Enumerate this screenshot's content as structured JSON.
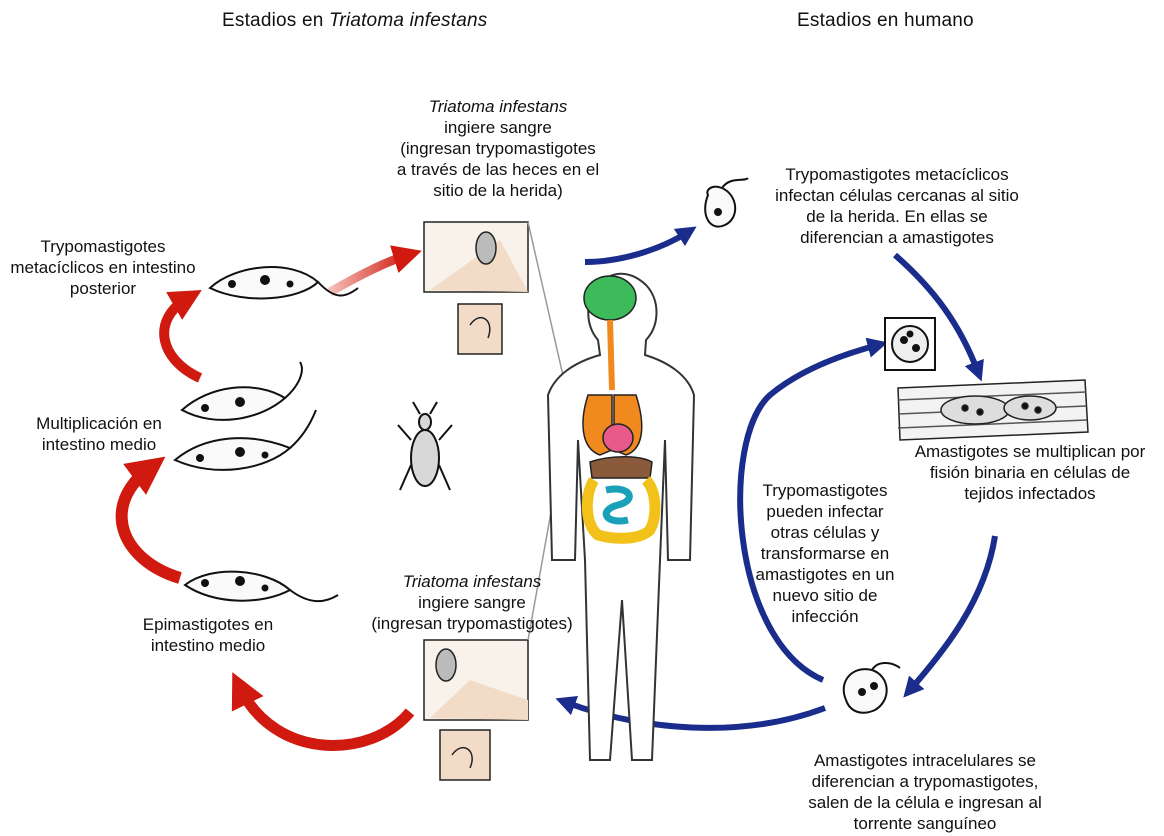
{
  "headers": {
    "left_prefix": "Estadios en ",
    "left_italic": "Triatoma infestans",
    "right": "Estadios en humano"
  },
  "labels": {
    "blood_meal_top_italic": "Triatoma infestans",
    "blood_meal_top": "ingiere sangre\n(ingresan trypomastigotes\na través de las heces en el\nsitio de la herida)",
    "metacyclic_insect": "Trypomastigotes\nmetacíclicos en intestino\nposterior",
    "multiplication": "Multiplicación en\nintestino medio",
    "epimastigotes": "Epimastigotes en\nintestino medio",
    "blood_meal_bottom_italic": "Triatoma infestans",
    "blood_meal_bottom": "ingiere sangre\n(ingresan trypomastigotes)",
    "metacyclic_human": "Trypomastigotes metacíclicos\ninfectan células cercanas al sitio\nde la herida. En ellas se\ndiferencian a amastigotes",
    "amastigotes_multiply": "Amastigotes se multiplican por\nfisión binaria en células de\ntejidos infectados",
    "reinfect": "Trypomastigotes\npueden infectar\notras células y\ntransformarse en\namastigotes en un\nnuevo sitio de\ninfección",
    "intracellular": "Amastigotes intracelulares se\ndiferencian a trypomastigotes,\nsalen de la célula e ingresan al\ntorrente sanguíneo"
  },
  "colors": {
    "insect_cycle_arrow": "#d01a10",
    "human_cycle_arrow": "#1a2c8c",
    "brain": "#3dbb5a",
    "lungs": "#f08a1e",
    "heart": "#e85a8a",
    "intestine_small": "#1aa0b8",
    "intestine_large": "#f2c21a"
  }
}
